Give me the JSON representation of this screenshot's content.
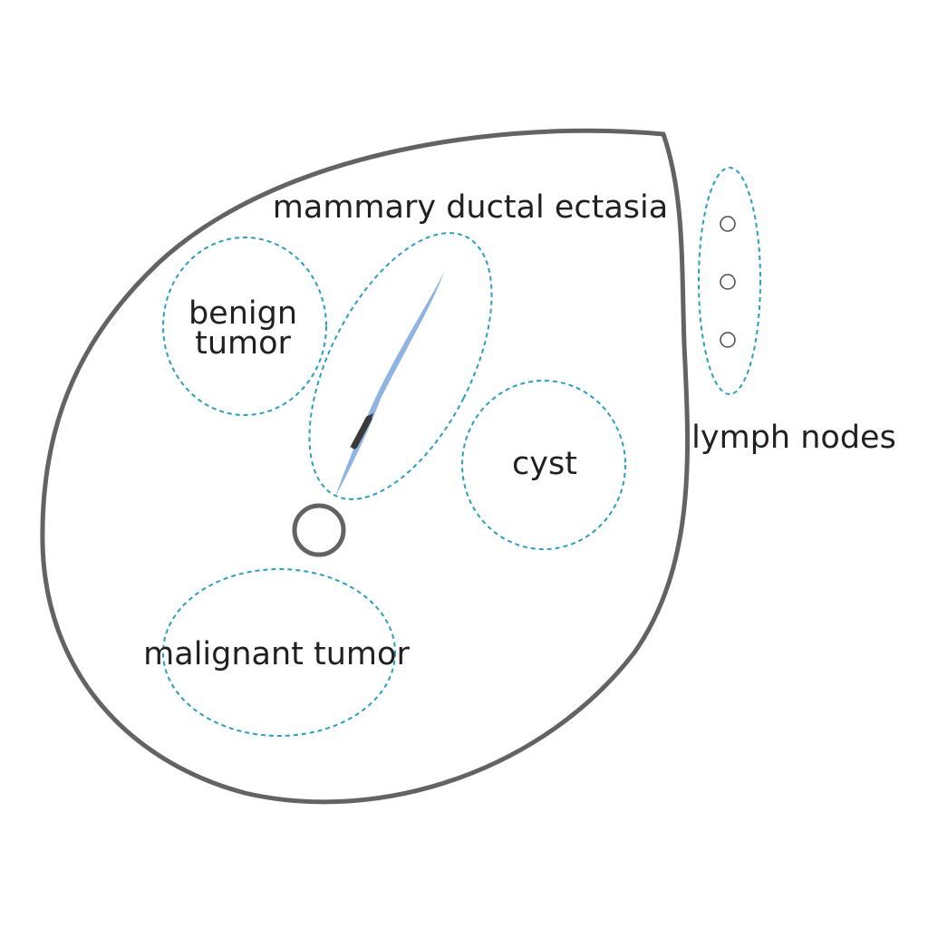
{
  "labels": {
    "ductal_ectasia": "mammary ductal ectasia",
    "benign_line1": "benign",
    "benign_line2": "tumor",
    "cyst": "cyst",
    "malignant": "malignant tumor",
    "lymph_nodes": "lymph nodes"
  },
  "colors": {
    "outline": "#636363",
    "dashed_region": "#2b9ec2",
    "duct": "#8fb3e3",
    "duct_dark": "#3a3a3a",
    "text": "#231f20"
  },
  "icons": {
    "nipple": "nipple-circle",
    "lymph_node": "small-circle"
  }
}
